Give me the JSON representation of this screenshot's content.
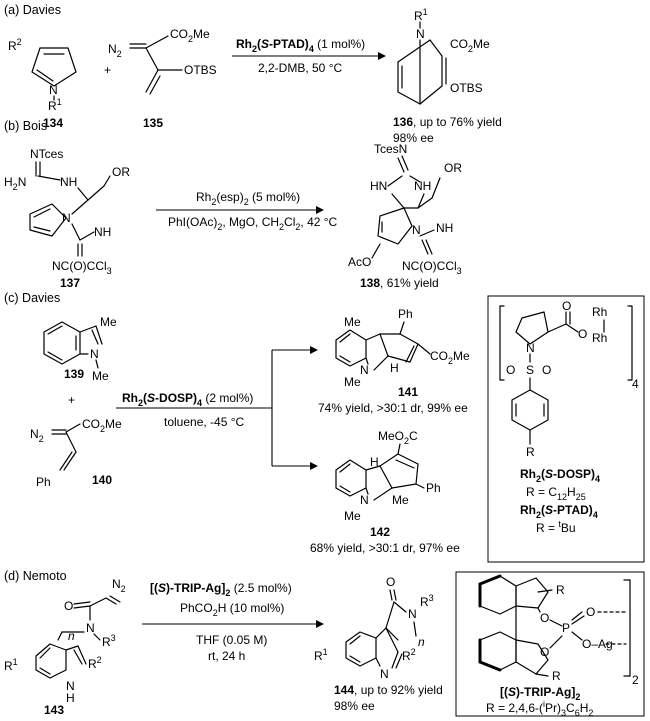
{
  "sections": [
    {
      "label": "(a) Davies"
    },
    {
      "label": "(b) Bois"
    },
    {
      "label": "(c) Davies"
    },
    {
      "label": "(d) Nemoto"
    }
  ],
  "a": {
    "sub_R2": "R",
    "sub_R2_sup": "2",
    "sub_N": "N",
    "sub_R1": "R",
    "sub_R1_sup": "1",
    "cpd_134": "134",
    "plus": "+",
    "diazo_N2": "N",
    "diazo_N2_sub": "2",
    "ester": "CO",
    "ester_sub": "2",
    "ester_tail": "Me",
    "otbs": "OTBS",
    "cpd_135": "135",
    "cond1_a": "Rh",
    "cond1_b": "2",
    "cond1_c": "(",
    "cond1_d": "S",
    "cond1_e": "-PTAD)",
    "cond1_f": "4",
    "cond1_g": " (1 mol%)",
    "cond2": "2,2-DMB, 50 °C",
    "prod_R": "R",
    "prod_R_sup": "1",
    "prod_N": "N",
    "prod_ester": "CO",
    "prod_ester_sub": "2",
    "prod_ester_tail": "Me",
    "prod_otbs": "OTBS",
    "cpd_136": "136",
    "yield": ", up to 76% yield",
    "ee": "98% ee"
  },
  "b": {
    "ntces": "NTces",
    "h2n": "H",
    "h2n_sub": "2",
    "h2n_n": "N",
    "nh": "NH",
    "or": "OR",
    "n1": "N",
    "nh2": "NH",
    "ncocl": "NC(O)CCl",
    "ncocl_sub": "3",
    "cpd_137": "137",
    "cond1_a": "Rh",
    "cond1_b": "2",
    "cond1_c": "(esp)",
    "cond1_d": "2",
    "cond1_e": " (5 mol%)",
    "cond2_a": "PhI(OAc)",
    "cond2_b": "2",
    "cond2_c": ", MgO, CH",
    "cond2_d": "2",
    "cond2_e": "Cl",
    "cond2_f": "2",
    "cond2_g": ", 42 °C",
    "tcesn": "TcesN",
    "hn": "HN",
    "nh_p": "NH",
    "n_p": "N",
    "nh_p2": "NH",
    "or_p": "OR",
    "aco": "AcO",
    "ncocl_p": "NC(O)CCl",
    "ncocl_p_sub": "3",
    "cpd_138": "138",
    "yield": ", 61% yield"
  },
  "c": {
    "me": "Me",
    "n": "N",
    "nme": "Me",
    "cpd_139": "139",
    "plus": "+",
    "diazo_N2": "N",
    "diazo_N2_sub": "2",
    "ester": "CO",
    "ester_sub": "2",
    "ester_tail": "Me",
    "ph": "Ph",
    "cpd_140": "140",
    "cond1_a": "Rh",
    "cond1_b": "2",
    "cond1_c": "(",
    "cond1_d": "S",
    "cond1_e": "-DOSP)",
    "cond1_f": "4",
    "cond1_g": " (2 mol%)",
    "cond2": "toluene, -45 °C",
    "p1_ph": "Ph",
    "p1_me": "Me",
    "p1_n": "N",
    "p1_h": "H",
    "p1_hh": "H",
    "p1_nme": "Me",
    "p1_ester": "CO",
    "p1_ester_sub": "2",
    "p1_ester_tail": "Me",
    "cpd_141": "141",
    "p1_yield": "74% yield, >30:1 dr, 99% ee",
    "p2_ester": "MeO",
    "p2_ester_sub": "2",
    "p2_ester_tail": "C",
    "p2_h": "H",
    "p2_n": "N",
    "p2_me": "Me",
    "p2_ph": "Ph",
    "p2_nme": "Me",
    "cpd_142": "142",
    "p2_yield": "68% yield, >30:1 dr, 97% ee",
    "box": {
      "n": "N",
      "o1": "O",
      "o2": "O",
      "rh1": "Rh",
      "rh2": "Rh",
      "sub4": "4",
      "s": "S",
      "o3": "O",
      "o4": "O",
      "r": "R",
      "name1_a": "Rh",
      "name1_b": "2",
      "name1_c": "(",
      "name1_d": "S",
      "name1_e": "-DOSP)",
      "name1_f": "4",
      "r1_a": "R = C",
      "r1_b": "12",
      "r1_c": "H",
      "r1_d": "25",
      "name2_a": "Rh",
      "name2_b": "2",
      "name2_c": "(",
      "name2_d": "S",
      "name2_e": "-PTAD)",
      "name2_f": "4",
      "r2_a": "R = ",
      "r2_b": "t",
      "r2_c": "Bu"
    }
  },
  "d": {
    "n2": "N",
    "n2_sub": "2",
    "o": "O",
    "n": "N",
    "nn": "n",
    "r3": "R",
    "r3_sup": "3",
    "r1": "R",
    "r1_sup": "1",
    "r2": "R",
    "r2_sup": "2",
    "nh": "N",
    "nh_h": "H",
    "cpd_143": "143",
    "cond1_a": "[(",
    "cond1_b": "S",
    "cond1_c": ")-TRIP-Ag]",
    "cond1_d": "2",
    "cond1_e": " (2.5 mol%)",
    "cond2_a": "PhCO",
    "cond2_b": "2",
    "cond2_c": "H (10 mol%)",
    "cond3": "THF (0.05 M)",
    "cond4": "rt, 24 h",
    "p_o": "O",
    "p_n": "N",
    "p_r3": "R",
    "p_r3_sup": "3",
    "p_nn": "n",
    "p_r1": "R",
    "p_r1_sup": "1",
    "p_r2": "R",
    "p_r2_sup": "2",
    "p_n2": "N",
    "cpd_144": "144",
    "yield": ", up to 92% yield",
    "ee": "98% ee",
    "box": {
      "r_top": "R",
      "o1": "O",
      "p": "P",
      "o2": "O",
      "o3": "O",
      "ag": "Ag",
      "o4": "O",
      "r_bot": "R",
      "sub2": "2",
      "name_a": "[(",
      "name_b": "S",
      "name_c": ")-TRIP-Ag]",
      "name_d": "2",
      "r_a": "R = 2,4,6-(",
      "r_b": "i",
      "r_c": "Pr)",
      "r_d": "3",
      "r_e": "C",
      "r_f": "6",
      "r_g": "H",
      "r_h": "2"
    }
  }
}
